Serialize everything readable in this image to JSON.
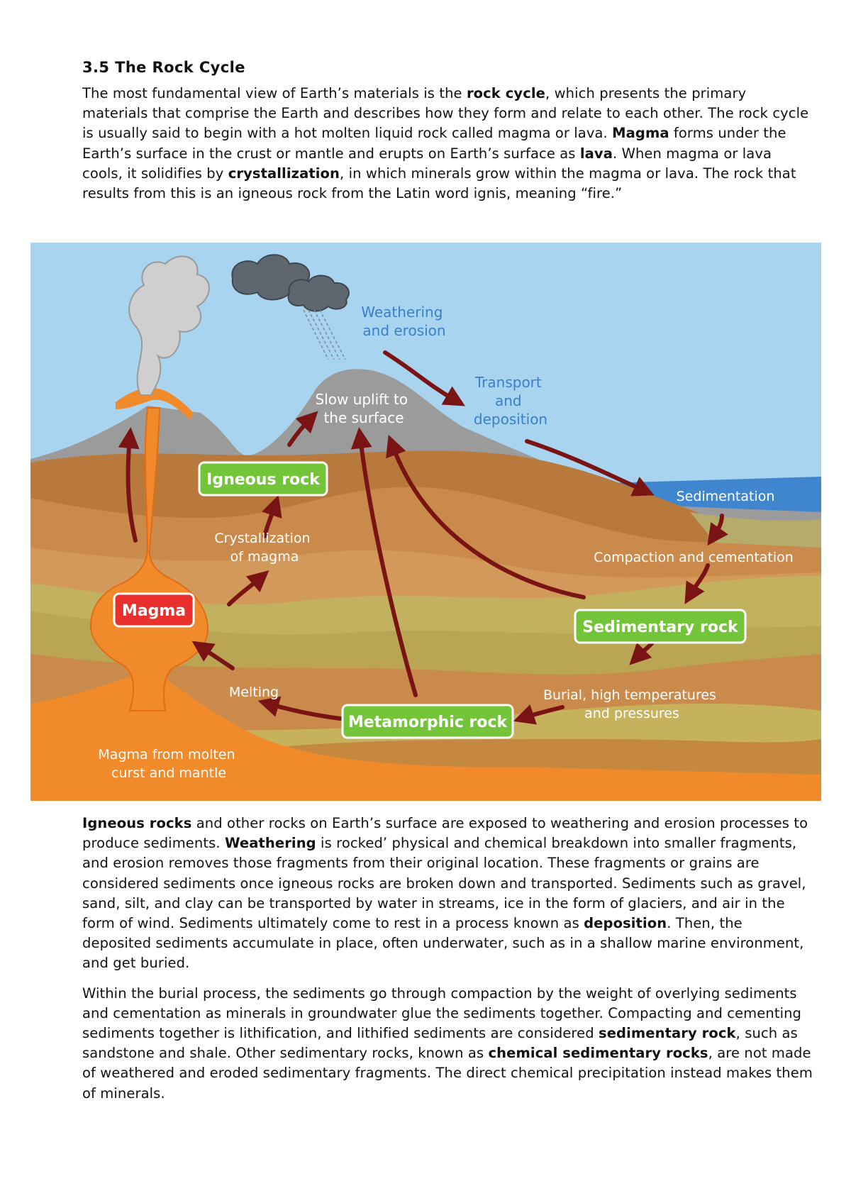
{
  "heading": "3.5 The Rock Cycle",
  "para1": [
    {
      "t": "The most fundamental view of Earth’s materials is the ",
      "b": false
    },
    {
      "t": "rock cycle",
      "b": true
    },
    {
      "t": ", which presents the primary materials that comprise the Earth and describes how they form and relate to each other. The rock cycle is usually said to begin with a hot molten liquid rock called magma or lava. ",
      "b": false
    },
    {
      "t": "Magma",
      "b": true
    },
    {
      "t": " forms under the Earth’s surface in the crust or mantle and erupts on Earth’s surface as ",
      "b": false
    },
    {
      "t": "lava",
      "b": true
    },
    {
      "t": ". When magma or lava cools, it solidifies by ",
      "b": false
    },
    {
      "t": "crystallization",
      "b": true
    },
    {
      "t": ", in which minerals grow within the magma or lava. The rock that results from this is an igneous rock from the Latin word ignis, meaning “fire.”",
      "b": false
    }
  ],
  "para2": [
    {
      "t": "Igneous rocks",
      "b": true
    },
    {
      "t": " and other rocks on Earth’s surface are exposed to weathering and erosion processes to produce sediments. ",
      "b": false
    },
    {
      "t": "Weathering",
      "b": true
    },
    {
      "t": " is rocked’ physical and chemical breakdown into smaller fragments, and erosion removes those fragments from their original location. These fragments or grains are considered sediments once igneous rocks are broken down and transported. Sediments such as gravel, sand, silt, and clay can be transported by water in streams, ice in the form of glaciers, and air in the form of wind. Sediments ultimately come to rest in a process known as ",
      "b": false
    },
    {
      "t": "deposition",
      "b": true
    },
    {
      "t": ". Then, the deposited sediments accumulate in place, often underwater, such as in a shallow marine environment, and get buried.",
      "b": false
    }
  ],
  "para3": [
    {
      "t": "Within the burial process, the sediments go through compaction by the weight of overlying sediments and cementation as minerals in groundwater glue the sediments together. Compacting and cementing sediments together is lithification, and lithified sediments are considered ",
      "b": false
    },
    {
      "t": "sedimentary rock",
      "b": true
    },
    {
      "t": ", such as sandstone and shale. Other sedimentary rocks, known as ",
      "b": false
    },
    {
      "t": "chemical sedimentary rocks",
      "b": true
    },
    {
      "t": ", are not made of weathered and eroded sedimentary fragments. The direct chemical precipitation instead makes them of minerals.",
      "b": false
    }
  ],
  "diagram": {
    "weathering": [
      "Weathering",
      "and erosion"
    ],
    "transport": [
      "Transport",
      "and",
      "deposition"
    ],
    "uplift": [
      "Slow uplift to",
      "the surface"
    ],
    "igneous": "Igneous rock",
    "sedimentation": "Sedimentation",
    "crystallization": [
      "Crystallization",
      "of magma"
    ],
    "compaction": "Compaction and cementation",
    "magma": "Magma",
    "sedimentary": "Sedimentary rock",
    "melting": "Melting",
    "burial": [
      "Burial, high temperatures",
      "and pressures"
    ],
    "metamorphic": "Metamorphic rock",
    "molten": [
      "Magma from molten",
      "curst and mantle"
    ],
    "colors": {
      "sky": "#a9d4ef",
      "sea": "#3f86cf",
      "box_green": "#74c43a",
      "magma_red": "#e8302c",
      "arrow": "#7a1414",
      "blue_text": "#3a7fc9",
      "magma_orange": "#f08a2a"
    }
  }
}
